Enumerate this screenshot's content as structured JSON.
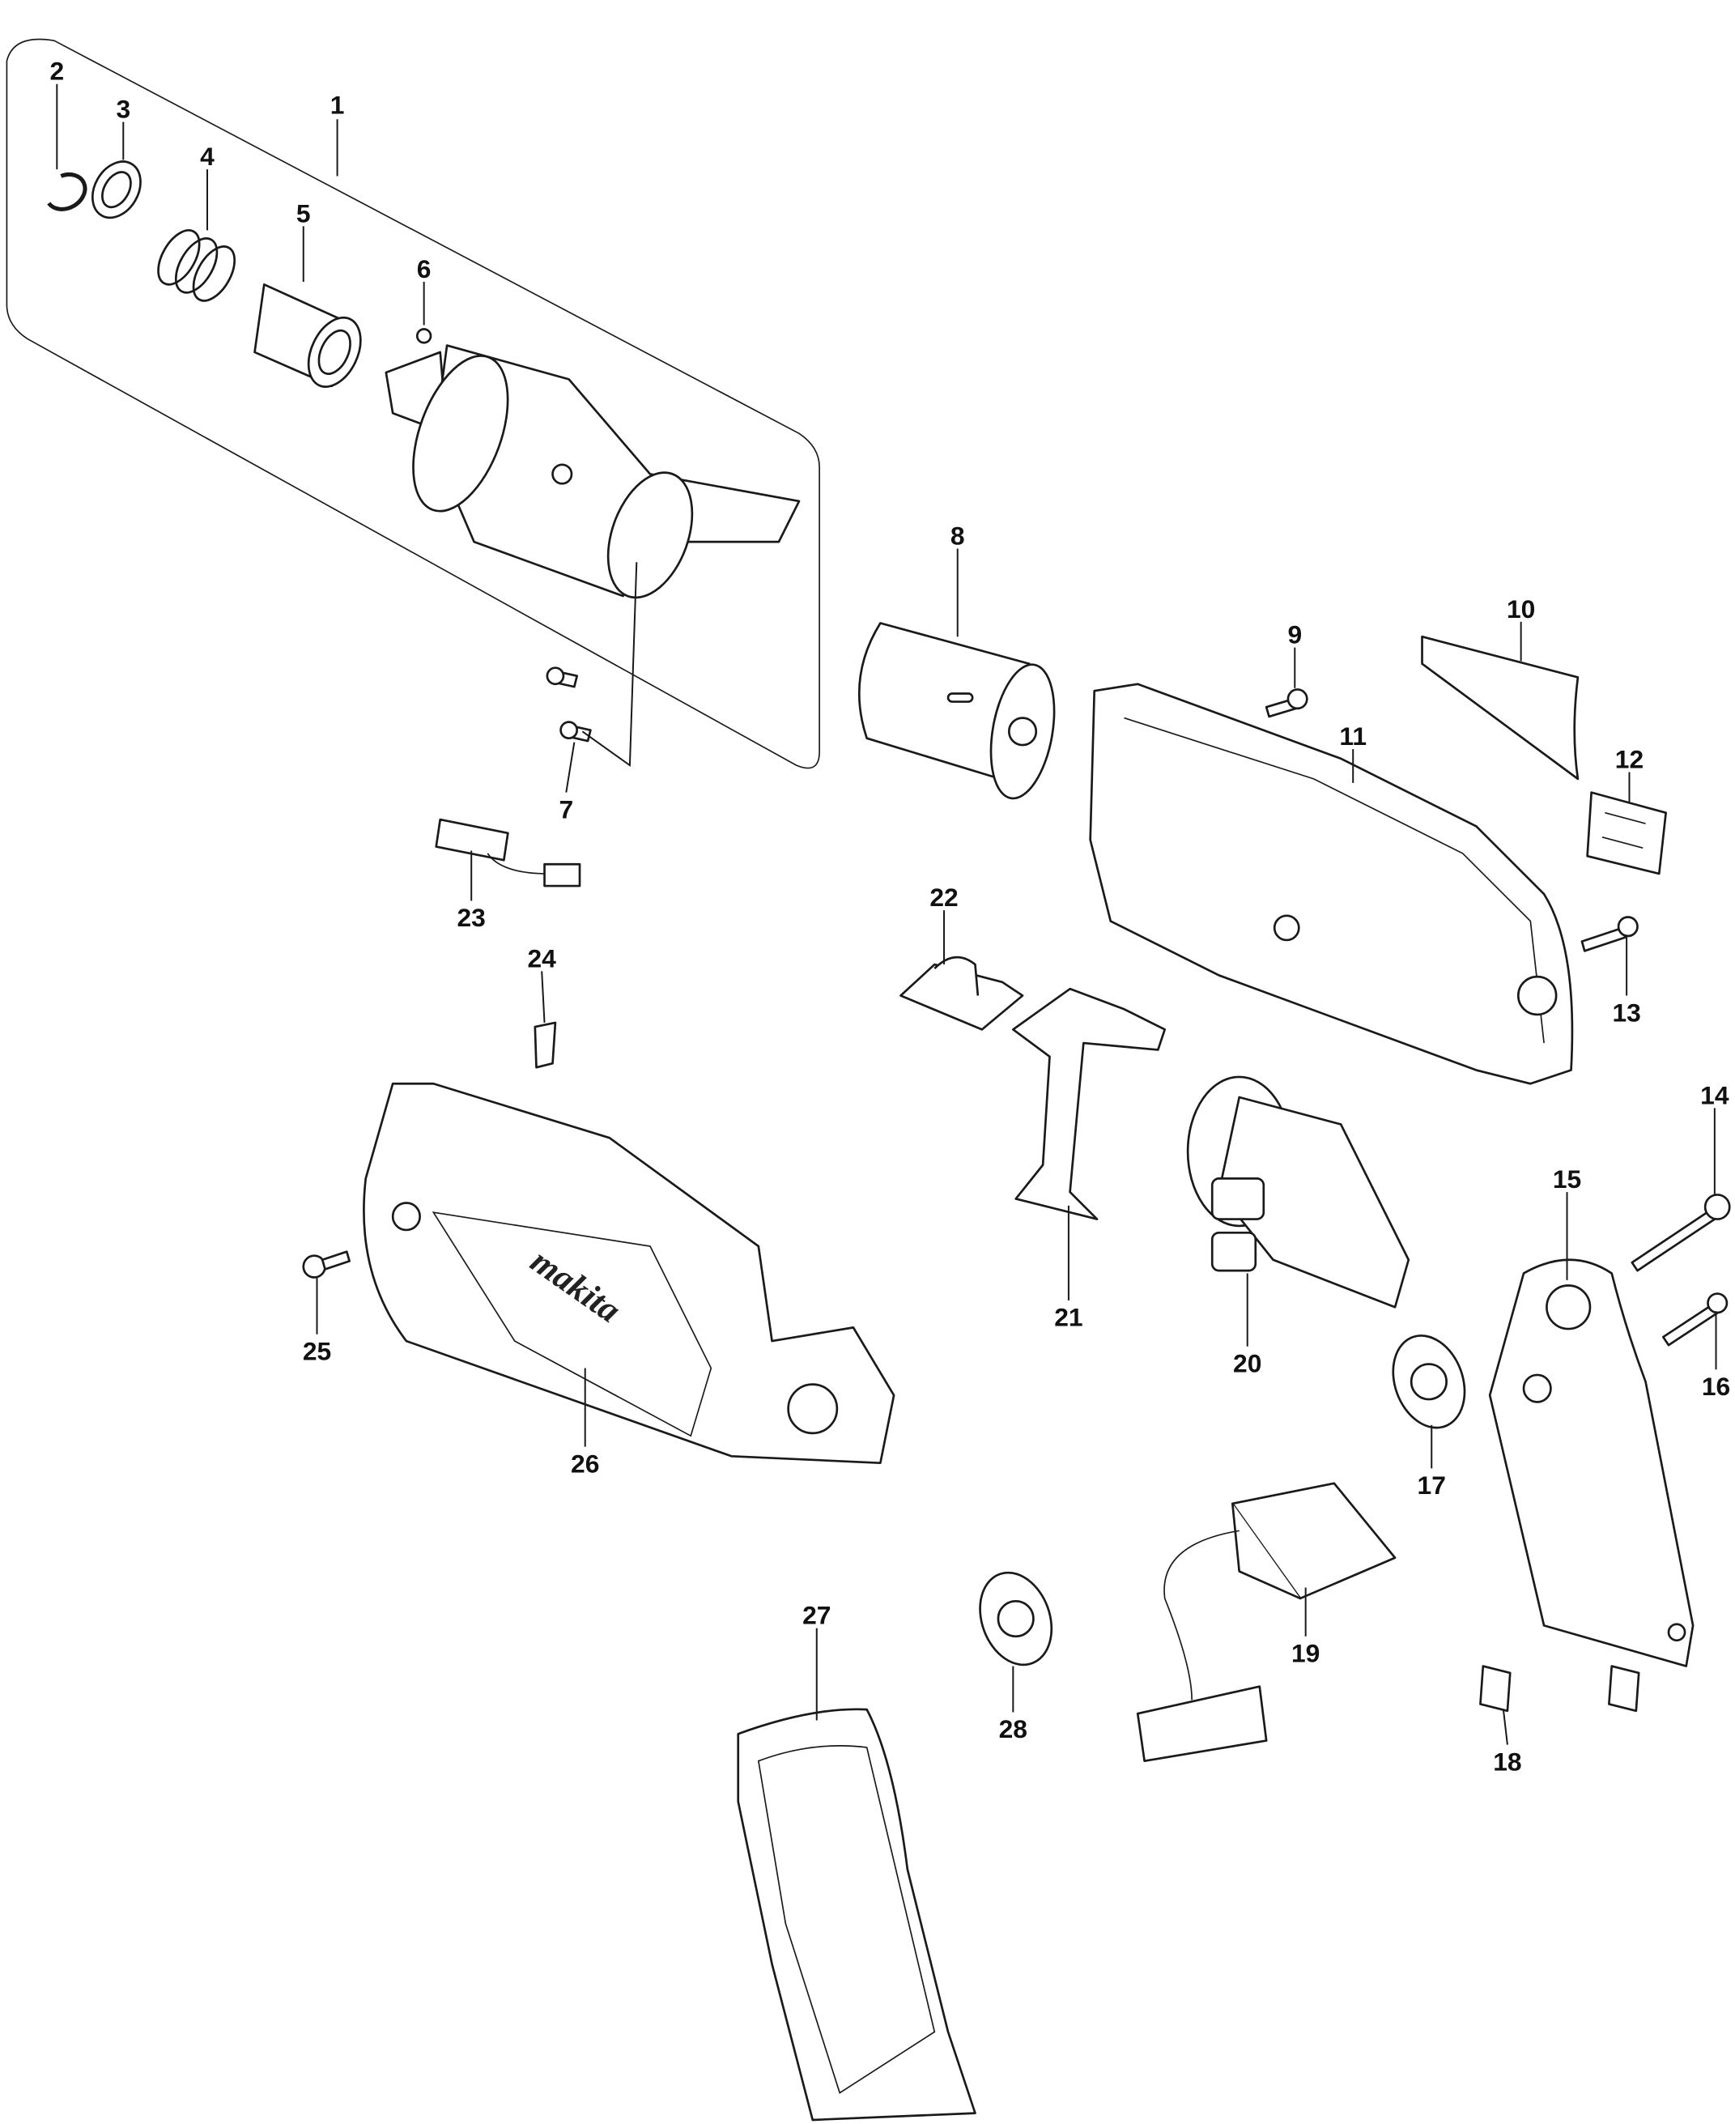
{
  "diagram": {
    "type": "exploded-parts-diagram",
    "brand_logo": "makita",
    "callouts": [
      "1",
      "2",
      "3",
      "4",
      "5",
      "6",
      "7",
      "8",
      "9",
      "10",
      "11",
      "12",
      "13",
      "14",
      "15",
      "16",
      "17",
      "18",
      "19",
      "20",
      "21",
      "22",
      "23",
      "24",
      "25",
      "26",
      "27",
      "28"
    ]
  }
}
